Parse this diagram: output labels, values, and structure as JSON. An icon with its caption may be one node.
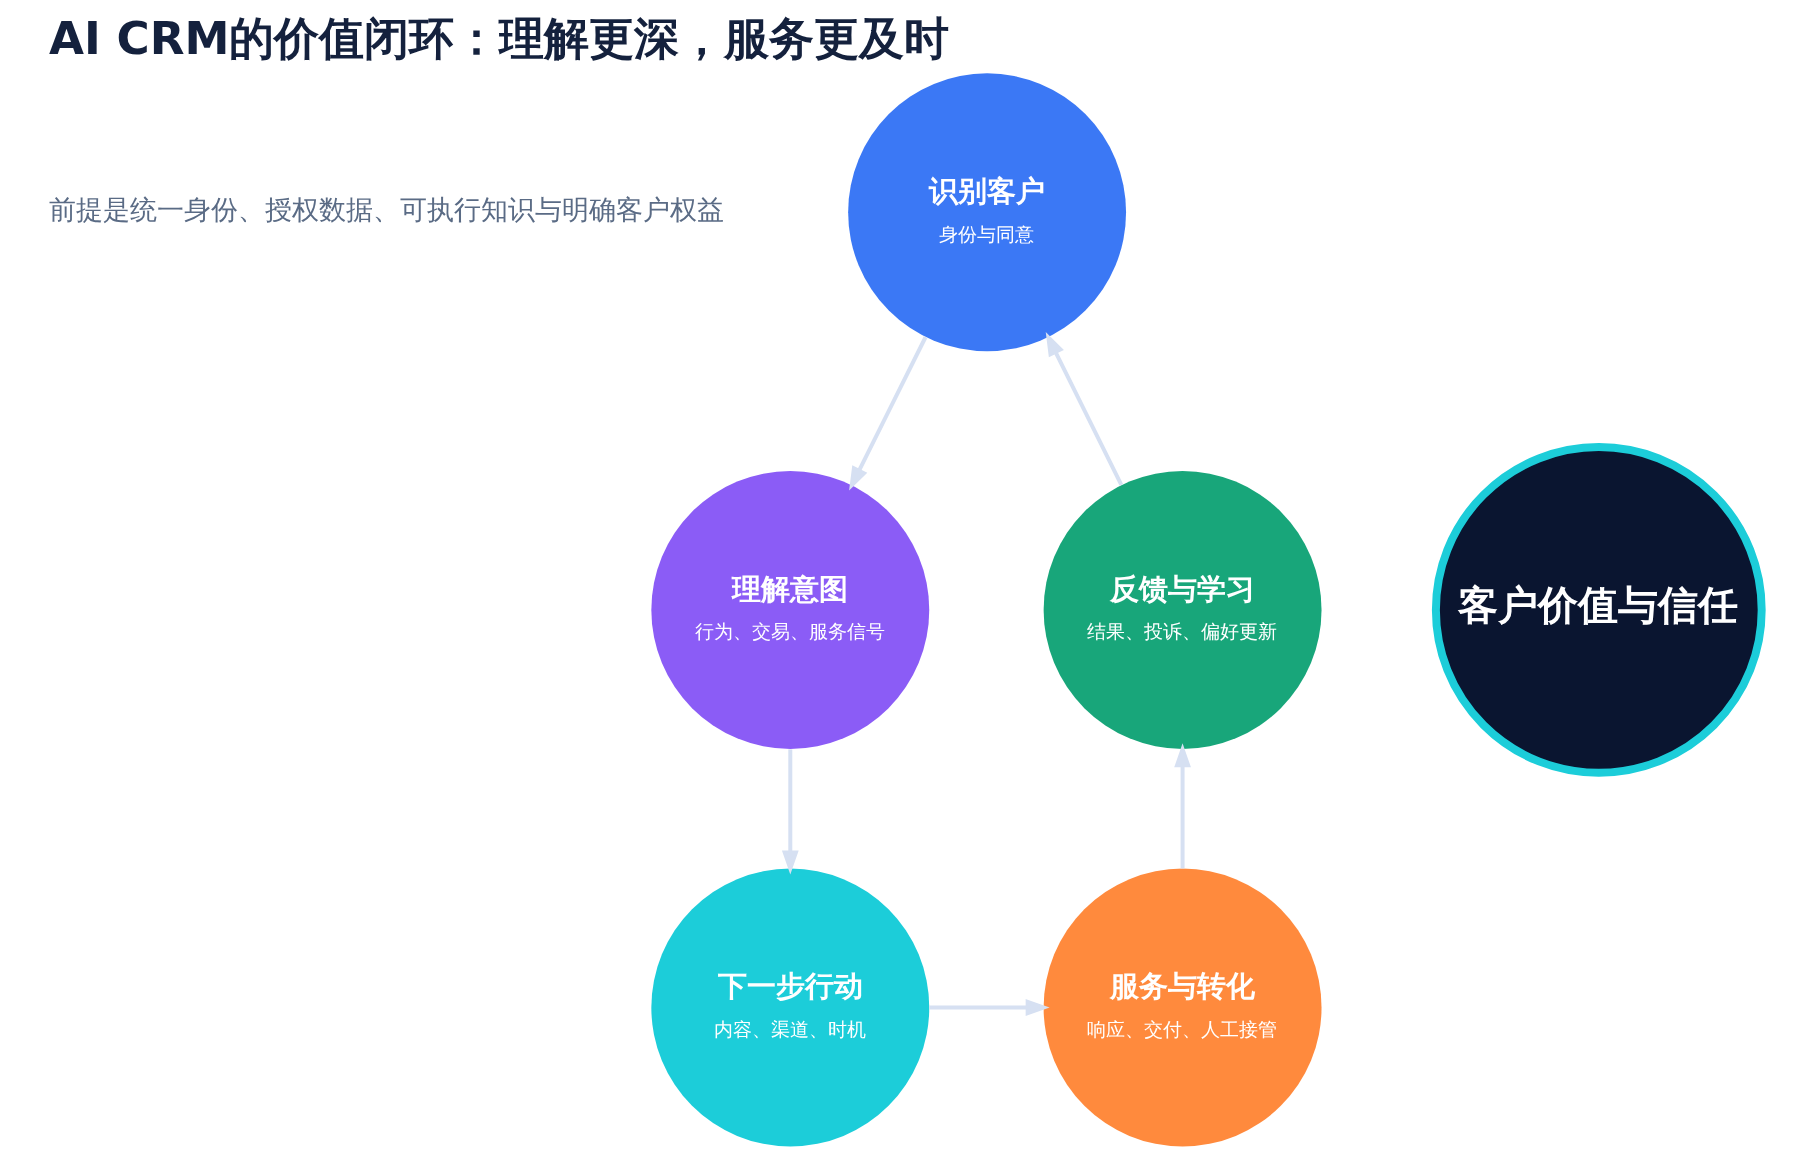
{
  "diagram": {
    "title": "AI CRM的价值闭环：理解更深，服务更及时",
    "nodes": [
      {
        "text": [
          "识别客户",
          "身份与同意"
        ]
      },
      {
        "text": [
          "反馈与学习",
          "结果、投诉、偏好更新"
        ]
      },
      {
        "text": [
          "客户价值与信任"
        ]
      },
      {
        "text": [
          "理解意图",
          "行为、交易、服务信号"
        ]
      },
      {
        "text": [
          "服务与转化",
          "响应、交付、人工接管"
        ]
      },
      {
        "text": [
          "下一步行动",
          "内容、渠道、时机"
        ]
      }
    ],
    "edges": [
      {
        "from": 0,
        "to": 3,
        "arrow": "to"
      },
      {
        "from": 3,
        "to": 5,
        "arrow": "to"
      },
      {
        "from": 5,
        "to": 4,
        "arrow": "to"
      },
      {
        "from": 4,
        "to": 1,
        "arrow": "to"
      },
      {
        "from": 1,
        "to": 0,
        "arrow": "to"
      }
    ],
    "labels": [
      "前提是统一身份、授权数据、可执行知识与明确客户权益"
    ]
  }
}
